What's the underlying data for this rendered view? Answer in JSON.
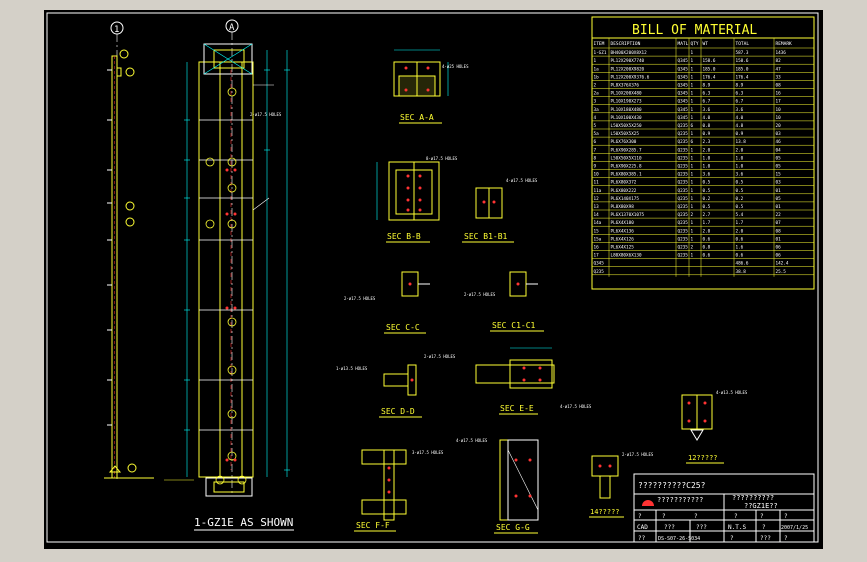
{
  "grid_bubbles": {
    "left": "1",
    "right": "A"
  },
  "elevation_text": {
    "title": "1-GZ1E AS SHOWN"
  },
  "sections": [
    {
      "id": "sec-a-a",
      "label": "SEC A-A"
    },
    {
      "id": "sec-b-b",
      "label": "SEC B-B"
    },
    {
      "id": "sec-b1-b1",
      "label": "SEC B1-B1"
    },
    {
      "id": "sec-c-c",
      "label": "SEC C-C"
    },
    {
      "id": "sec-c1-c1",
      "label": "SEC C1-C1"
    },
    {
      "id": "sec-d-d",
      "label": "SEC D-D"
    },
    {
      "id": "sec-e-e",
      "label": "SEC E-E"
    },
    {
      "id": "sec-f-f",
      "label": "SEC F-F"
    },
    {
      "id": "sec-g-g",
      "label": "SEC G-G"
    },
    {
      "id": "detail-1",
      "label": "14?????"
    },
    {
      "id": "detail-2",
      "label": "12?????"
    }
  ],
  "hole_notes": {
    "a": "4-ø25 HOLES",
    "b": "8-ø17.5 HOLES",
    "b1": "4-ø17.5 HOLES",
    "c": "2-ø17.5 HOLES",
    "c1": "2-ø17.5 HOLES",
    "d": "2-ø17.5 HOLES",
    "d2": "1-ø13.5 HOLES",
    "e": "4-ø17.5 HOLES",
    "f": "3-ø17.5 HOLES",
    "g": "4-ø17.5 HOLES",
    "det1": "2-ø17.5 HOLES",
    "det2": "4-ø13.5 HOLES",
    "col": "2-ø17.5 HOLES"
  },
  "bom": {
    "title": "BILL OF MATERIAL",
    "headers": [
      "ITEM",
      "DESCRIPTION",
      "MATL",
      "QTY",
      "WT",
      "TOTAL",
      "REMARK"
    ],
    "rows": [
      [
        "1-GZ1",
        "BH400X200X8X12",
        "",
        "1",
        "",
        "587.3",
        "1436"
      ],
      [
        "1",
        "PL12X290X7740",
        "Q345",
        "1",
        "158.6",
        "158.6",
        "82"
      ],
      [
        "1a",
        "PL12X200X9820",
        "Q345",
        "1",
        "185.0",
        "185.0",
        "47"
      ],
      [
        "1b",
        "PL12X200X9376.6",
        "Q345",
        "1",
        "176.4",
        "176.4",
        "33"
      ],
      [
        "2",
        "PL8X376X376",
        "Q345",
        "1",
        "8.9",
        "8.9",
        "08"
      ],
      [
        "2a",
        "PL10X200X480",
        "Q345",
        "1",
        "6.3",
        "6.3",
        "16"
      ],
      [
        "3",
        "PL10X190X273",
        "Q345",
        "1",
        "6.7",
        "6.7",
        "17"
      ],
      [
        "3a",
        "PL10X180X480",
        "Q345",
        "1",
        "3.6",
        "3.6",
        "10"
      ],
      [
        "4",
        "PL10X100X430",
        "Q345",
        "1",
        "4.0",
        "4.0",
        "10"
      ],
      [
        "5",
        "L50X50X5X250",
        "Q235",
        "6",
        "0.8",
        "4.8",
        "20"
      ],
      [
        "5a",
        "L50X50X5X25",
        "Q235",
        "1",
        "0.9",
        "0.9",
        "03"
      ],
      [
        "6",
        "PL6X76X300",
        "Q235",
        "6",
        "2.3",
        "13.8",
        "46"
      ],
      [
        "7",
        "PL6X90X285.7",
        "Q235",
        "1",
        "2.0",
        "2.0",
        "04"
      ],
      [
        "8",
        "L50X50X5X110",
        "Q235",
        "1",
        "1.0",
        "1.0",
        "05"
      ],
      [
        "9",
        "PL6X90X225.8",
        "Q235",
        "1",
        "1.0",
        "1.0",
        "05"
      ],
      [
        "10",
        "PL6X80X385.1",
        "Q235",
        "1",
        "3.6",
        "3.6",
        "15"
      ],
      [
        "11",
        "PL6X80X372",
        "Q235",
        "1",
        "0.5",
        "0.5",
        "03"
      ],
      [
        "11a",
        "PL6X80X222",
        "Q235",
        "1",
        "0.5",
        "0.5",
        "01"
      ],
      [
        "12",
        "PL6X140X175",
        "Q235",
        "1",
        "0.2",
        "0.2",
        "05"
      ],
      [
        "13",
        "PL8X80X98",
        "Q235",
        "1",
        "0.5",
        "0.5",
        "01"
      ],
      [
        "14",
        "PL6X1370X1075",
        "Q235",
        "2",
        "2.7",
        "5.4",
        "22"
      ],
      [
        "14a",
        "PL6X4X180",
        "Q235",
        "1",
        "1.7",
        "1.7",
        "07"
      ],
      [
        "15",
        "PL6X4X136",
        "Q235",
        "1",
        "2.0",
        "2.0",
        "08"
      ],
      [
        "15a",
        "PL6X4X126",
        "Q235",
        "1",
        "0.6",
        "0.6",
        "01"
      ],
      [
        "16",
        "PL6X4X125",
        "Q235",
        "2",
        "0.8",
        "1.6",
        "06"
      ],
      [
        "17",
        "L80X80X6X130",
        "Q235",
        "1",
        "0.6",
        "0.6",
        "06"
      ]
    ],
    "totals": [
      [
        "Q345",
        "",
        "",
        "",
        "",
        "486.6",
        "142.4"
      ],
      [
        "Q235",
        "",
        "",
        "",
        "",
        "38.8",
        "25.5"
      ]
    ]
  },
  "titleblock": {
    "project": "??????????C25?",
    "company": "???????????",
    "company_en": "",
    "drawing_title": "??????????",
    "subtitle": "??GZ1E??",
    "cad": "CAD",
    "scale_label": "N.T.S",
    "date": "2007/1/25",
    "dwg_no": "DS-S07-26-S034",
    "q": "?",
    "qq": "??",
    "qqq": "???"
  }
}
